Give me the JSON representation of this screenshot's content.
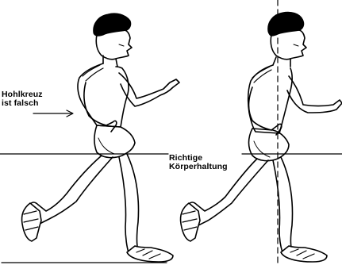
{
  "labels": {
    "wrong_line1": "Hohlkreuz",
    "wrong_line2": "ist falsch",
    "right_line1": "Richtige",
    "right_line2": "Körperhaltung"
  },
  "colors": {
    "ink": "#000000",
    "background": "#ffffff"
  }
}
